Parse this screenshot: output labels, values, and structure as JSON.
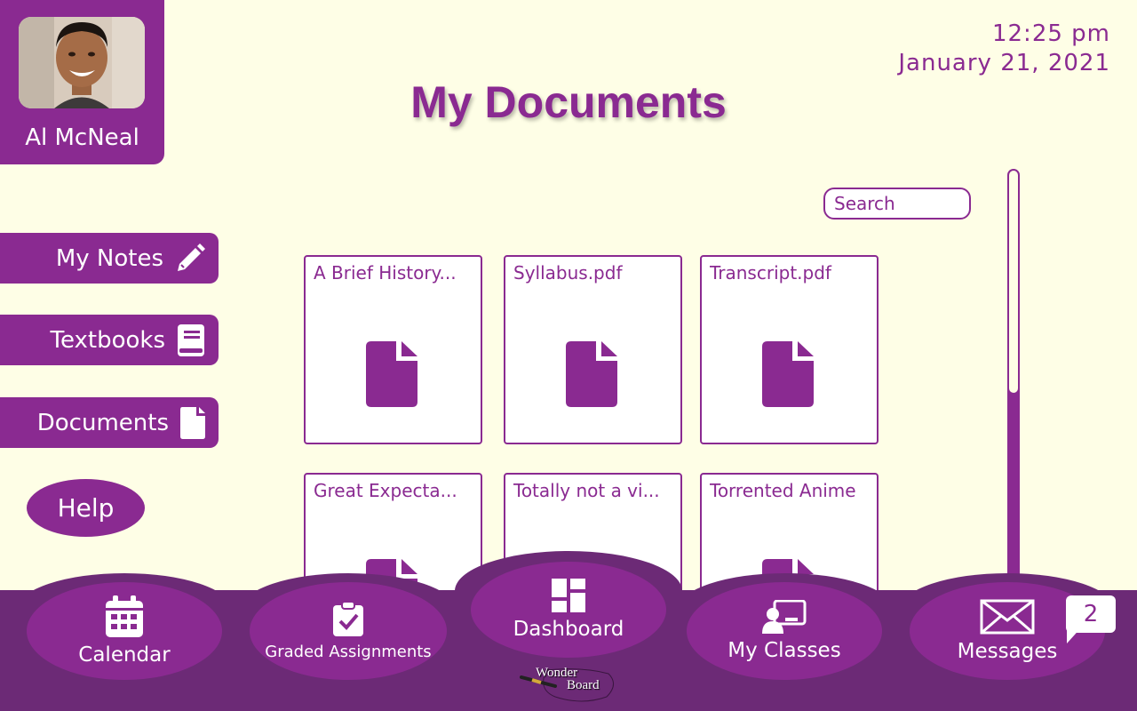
{
  "profile": {
    "name": "Al McNeal"
  },
  "clock": {
    "time": "12:25 pm",
    "date": "January 21, 2021"
  },
  "page": {
    "title": "My Documents"
  },
  "sidebar": {
    "items": [
      {
        "label": "My Notes",
        "icon": "pencil-icon"
      },
      {
        "label": "Textbooks",
        "icon": "book-icon"
      },
      {
        "label": "Documents",
        "icon": "document-icon"
      }
    ],
    "help_label": "Help"
  },
  "search": {
    "placeholder": "Search"
  },
  "documents": [
    {
      "name": "A Brief History..."
    },
    {
      "name": "Syllabus.pdf"
    },
    {
      "name": "Transcript.pdf"
    },
    {
      "name": "Great Expecta..."
    },
    {
      "name": "Totally not a vi..."
    },
    {
      "name": "Torrented Anime"
    }
  ],
  "bottom_nav": {
    "items": [
      {
        "label": "Calendar",
        "icon": "calendar-icon"
      },
      {
        "label": "Graded Assignments",
        "icon": "clipboard-check-icon"
      },
      {
        "label": "Dashboard",
        "icon": "dashboard-icon"
      },
      {
        "label": "My Classes",
        "icon": "presentation-icon"
      },
      {
        "label": "Messages",
        "icon": "envelope-icon"
      }
    ],
    "messages_badge": "2"
  },
  "logo": {
    "line1": "Wonder",
    "line2": "Board"
  },
  "colors": {
    "primary": "#8a2a91",
    "dark": "#6c2a76",
    "background": "#fefee6"
  }
}
